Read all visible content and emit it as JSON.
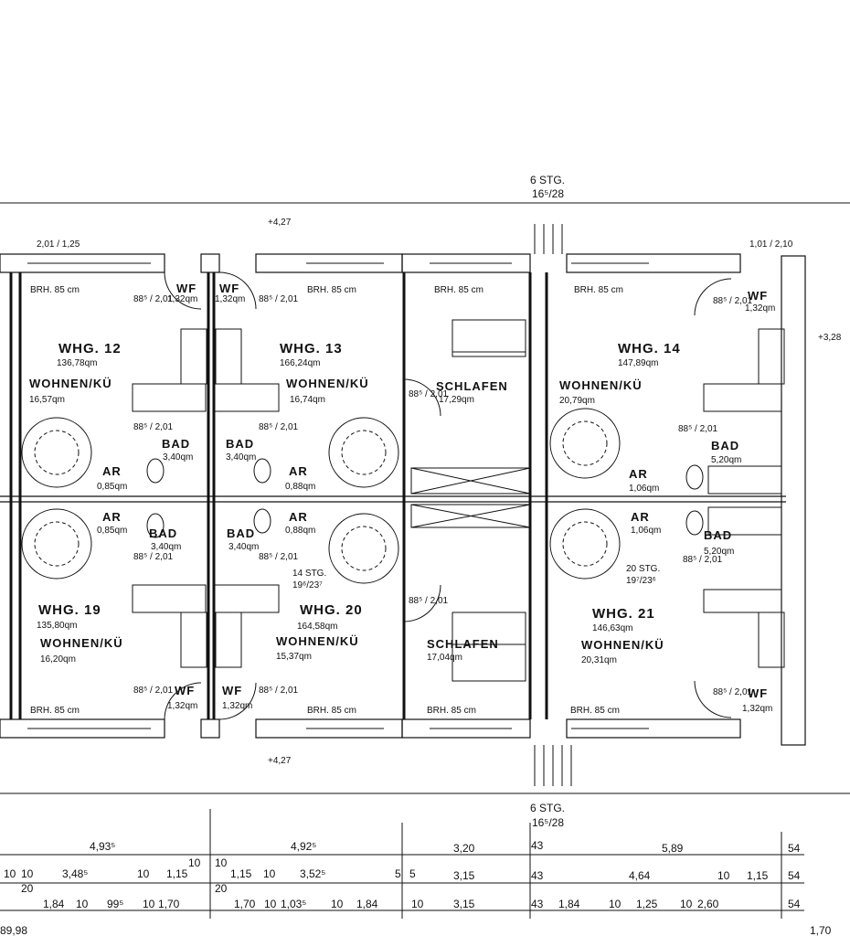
{
  "stairs_top": {
    "label": "6 STG.",
    "ratio": "16⁵/28"
  },
  "stairs_bottom": {
    "label": "6 STG.",
    "ratio": "16⁵/28"
  },
  "level_marks": [
    {
      "id": "top-left",
      "value": "+4,27"
    },
    {
      "id": "bottom-left",
      "value": "+4,27"
    },
    {
      "id": "right",
      "value": "+3,28"
    }
  ],
  "window_heights": [
    "2,01 / 1,25",
    "1,01 / 2,10"
  ],
  "parapet": "BRH. 85 cm",
  "apartments": [
    {
      "name": "WHG. 12",
      "area": "136,78qm",
      "room": "WOHNEN/KÜ",
      "room_area": "16,57qm"
    },
    {
      "name": "WHG. 13",
      "area": "166,24qm",
      "room": "WOHNEN/KÜ",
      "room_area": "16,74qm"
    },
    {
      "name": "WHG. 14",
      "area": "147,89qm",
      "room": "WOHNEN/KÜ",
      "room_area": "20,79qm"
    },
    {
      "name": "WHG. 19",
      "area": "135,80qm",
      "room": "WOHNEN/KÜ",
      "room_area": "16,20qm"
    },
    {
      "name": "WHG. 20",
      "area": "164,58qm",
      "room": "WOHNEN/KÜ",
      "room_area": "15,37qm"
    },
    {
      "name": "WHG. 21",
      "area": "146,63qm",
      "room": "WOHNEN/KÜ",
      "room_area": "20,31qm"
    }
  ],
  "rooms": [
    {
      "id": "schlafen-top",
      "name": "SCHLAFEN",
      "area": "17,29qm"
    },
    {
      "id": "schlafen-bottom",
      "name": "SCHLAFEN",
      "area": "17,04qm"
    },
    {
      "id": "bad-12",
      "name": "BAD",
      "area": "3,40qm"
    },
    {
      "id": "bad-13",
      "name": "BAD",
      "area": "3,40qm"
    },
    {
      "id": "bad-14",
      "name": "BAD",
      "area": "5,20qm"
    },
    {
      "id": "bad-19",
      "name": "BAD",
      "area": "3,40qm"
    },
    {
      "id": "bad-20",
      "name": "BAD",
      "area": "3,40qm"
    },
    {
      "id": "bad-21",
      "name": "BAD",
      "area": "5,20qm"
    },
    {
      "id": "ar-12",
      "name": "AR",
      "area": "0,85qm"
    },
    {
      "id": "ar-13",
      "name": "AR",
      "area": "0,88qm"
    },
    {
      "id": "ar-14",
      "name": "AR",
      "area": "1,06qm"
    },
    {
      "id": "ar-19",
      "name": "AR",
      "area": "0,85qm"
    },
    {
      "id": "ar-20",
      "name": "AR",
      "area": "0,88qm"
    },
    {
      "id": "ar-21",
      "name": "AR",
      "area": "1,06qm"
    },
    {
      "id": "wf-12",
      "name": "WF",
      "area": "1,32qm"
    },
    {
      "id": "wf-13",
      "name": "WF",
      "area": "1,32qm"
    },
    {
      "id": "wf-14",
      "name": "WF",
      "area": "1,32qm"
    },
    {
      "id": "wf-19",
      "name": "WF",
      "area": "1,32qm"
    },
    {
      "id": "wf-20",
      "name": "WF",
      "area": "1,32qm"
    },
    {
      "id": "wf-21",
      "name": "WF",
      "area": "1,32qm"
    }
  ],
  "door_size": "88⁵ / 2,01",
  "inner_stairs": [
    {
      "id": "stg-20",
      "label": "14 STG.",
      "ratio": "19⁶/23⁷"
    },
    {
      "id": "stg-21",
      "label": "20 STG.",
      "ratio": "19⁷/23⁶"
    }
  ],
  "dimensions": {
    "row1": [
      "4,93⁵",
      "4,92⁵",
      "3,20",
      "5,89",
      "54"
    ],
    "row2": [
      "10",
      "10",
      "3,48⁵",
      "10",
      "1,15",
      "10",
      "10",
      "1,15",
      "10",
      "3,52⁵",
      "5",
      "5",
      "3,15",
      "43",
      "4,64",
      "10",
      "1,15",
      "54"
    ],
    "row3": [
      "20",
      "1,84",
      "10",
      "99⁵",
      "10",
      "1,70",
      "20",
      "1,70",
      "10",
      "1,03⁵",
      "10",
      "1,84",
      "10",
      "3,15",
      "43",
      "1,84",
      "10",
      "1,25",
      "10",
      "2,60",
      "54"
    ],
    "row1_43": "43",
    "total_left": "89,98",
    "total_right": "1,70"
  }
}
